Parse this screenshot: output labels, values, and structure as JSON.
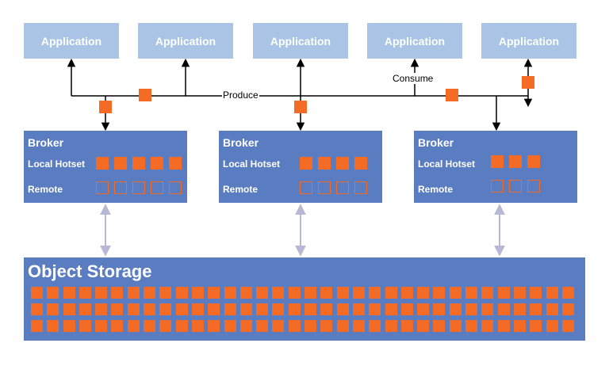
{
  "applications": [
    "Application",
    "Application",
    "Application",
    "Application",
    "Application"
  ],
  "flow_labels": {
    "produce": "Produce",
    "consume": "Consume"
  },
  "brokers": [
    {
      "title": "Broker",
      "local_label": "Local Hotset",
      "remote_label": "Remote",
      "local_count": 5,
      "remote_count": 5
    },
    {
      "title": "Broker",
      "local_label": "Local Hotset",
      "remote_label": "Remote",
      "local_count": 4,
      "remote_count": 4
    },
    {
      "title": "Broker",
      "local_label": "Local Hotset",
      "remote_label": "Remote",
      "local_count": 3,
      "remote_count": 3
    }
  ],
  "storage": {
    "title": "Object Storage",
    "rows": 3,
    "cols": 34
  },
  "colors": {
    "application": "#a9c4e4",
    "broker": "#5a7dc2",
    "storage": "#5a7dc2",
    "data_block": "#f36b24",
    "connector": "#b7b7d6"
  }
}
